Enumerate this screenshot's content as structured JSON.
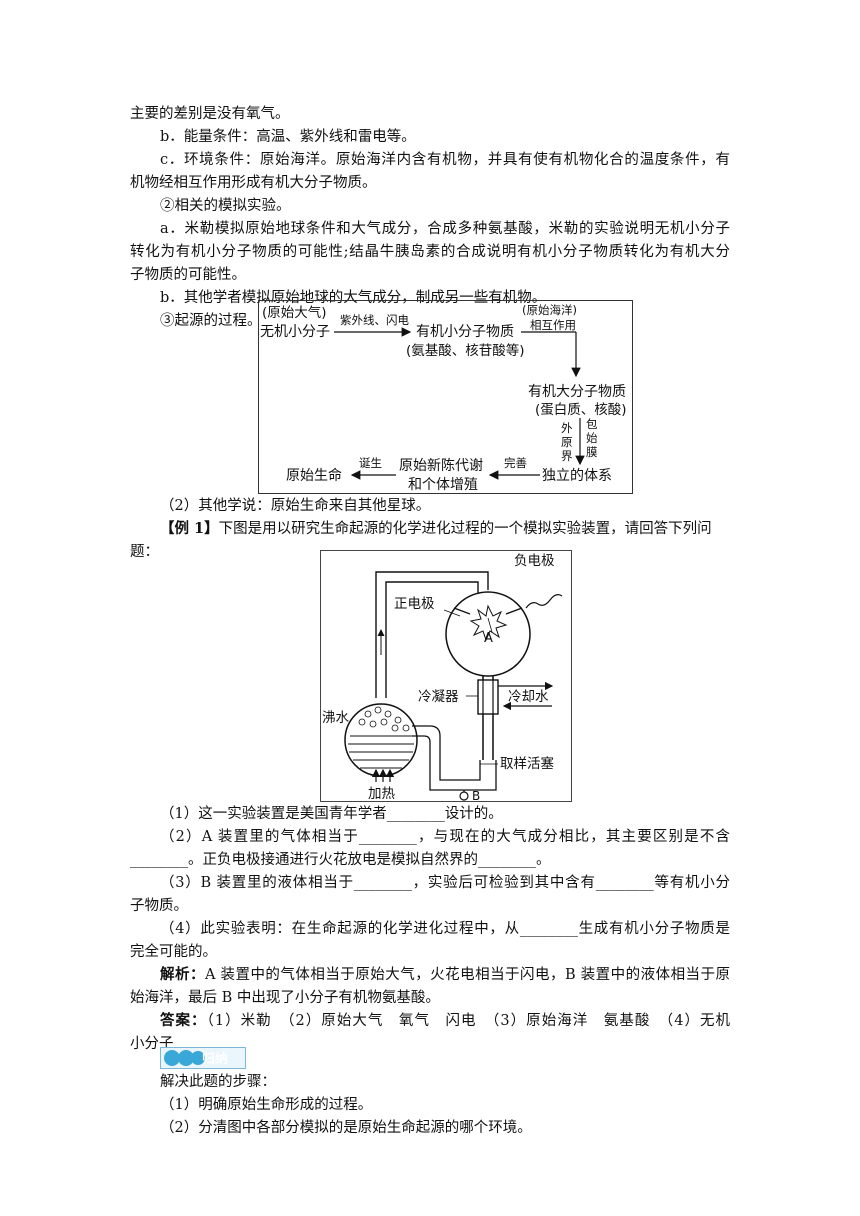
{
  "paragraphs": {
    "p0": "主要的差别是没有氧气。",
    "p1": "b．能量条件：高温、紫外线和雷电等。",
    "p2": "c．环境条件：原始海洋。原始海洋内含有机物，并具有使有机物化合的温度条件，有",
    "p3": "机物经相互作用形成有机大分子物质。",
    "p4": "②相关的模拟实验。",
    "p5": "a．米勒模拟原始地球条件和大气成分，合成多种氨基酸，米勒的实验说明无机小分子",
    "p6": "转化为有机小分子物质的可能性;结晶牛胰岛素的合成说明有机小分子物质转化为有机大分",
    "p7": "子物质的可能性。",
    "p8": "b．其他学者模拟原始地球的大气成分，制成另一些有机物。",
    "p9": "③起源的过程。",
    "p10": "（2）其他学说：原始生命来自其他星球。",
    "ex_label": "【例 1】",
    "ex_text": "下图是用以研究生命起源的化学进化过程的一个模拟实验装置，请回答下列问",
    "ex_text2": "题：",
    "q1": "（1）这一实验装置是美国青年学者________设计的。",
    "q2a": "（2）A 装置里的气体相当于________，与现在的大气成分相比，其主要区别是不含",
    "q2b": "________。正负电极接通进行火花放电是模拟自然界的________。",
    "q3a": "（3）B 装置里的液体相当于________，实验后可检验到其中含有________等有机小分",
    "q3b": "子物质。",
    "q4a": "（4）此实验表明：在生命起源的化学进化过程中，从________生成有机小分子物质是",
    "q4b": "完全可能的。",
    "jx_label": "解析：",
    "jx_text": "A 装置中的气体相当于原始大气，火花电相当于闪电，B 装置中的液体相当于原",
    "jx_text2": "始海洋，最后 B 中出现了小分子有机物氨基酸。",
    "ans_label": "答案：",
    "ans_text": "（1）米勒　（2）原始大气　氧气　闪电　（3）原始海洋　氨基酸　（4）无机",
    "ans_text2": "小分子",
    "tag_label": "归纳",
    "s0": "解决此题的步骤：",
    "s1": "（1）明确原始生命形成的过程。",
    "s2": "（2）分清图中各部分模拟的是原始生命起源的哪个环境。"
  },
  "flow": {
    "n1a": "(原始大气)",
    "n1b": "无机小分子",
    "e1": "紫外线、闪电",
    "n2a": "有机小分子物质",
    "n2b": "(氨基酸、核苷酸等)",
    "e2a": "(原始海洋)",
    "e2b": "相互作用",
    "n3a": "有机大分子物质",
    "n3b": "(蛋白质、核酸)",
    "e3l1": "外",
    "e3l2": "原",
    "e3l3": "界",
    "e3r1": "包",
    "e3r2": "始",
    "e3r3": "膜",
    "n4": "独立的体系",
    "e4": "完善",
    "n5a": "原始新陈代谢",
    "n5b": "和个体增殖",
    "e5": "诞生",
    "n6": "原始生命"
  },
  "apparatus": {
    "neg": "负电极",
    "pos": "正电极",
    "a": "A",
    "cond": "冷凝器",
    "cool": "冷却水",
    "boil": "沸水",
    "heat": "加热",
    "valve": "取样活塞",
    "b": "B"
  }
}
